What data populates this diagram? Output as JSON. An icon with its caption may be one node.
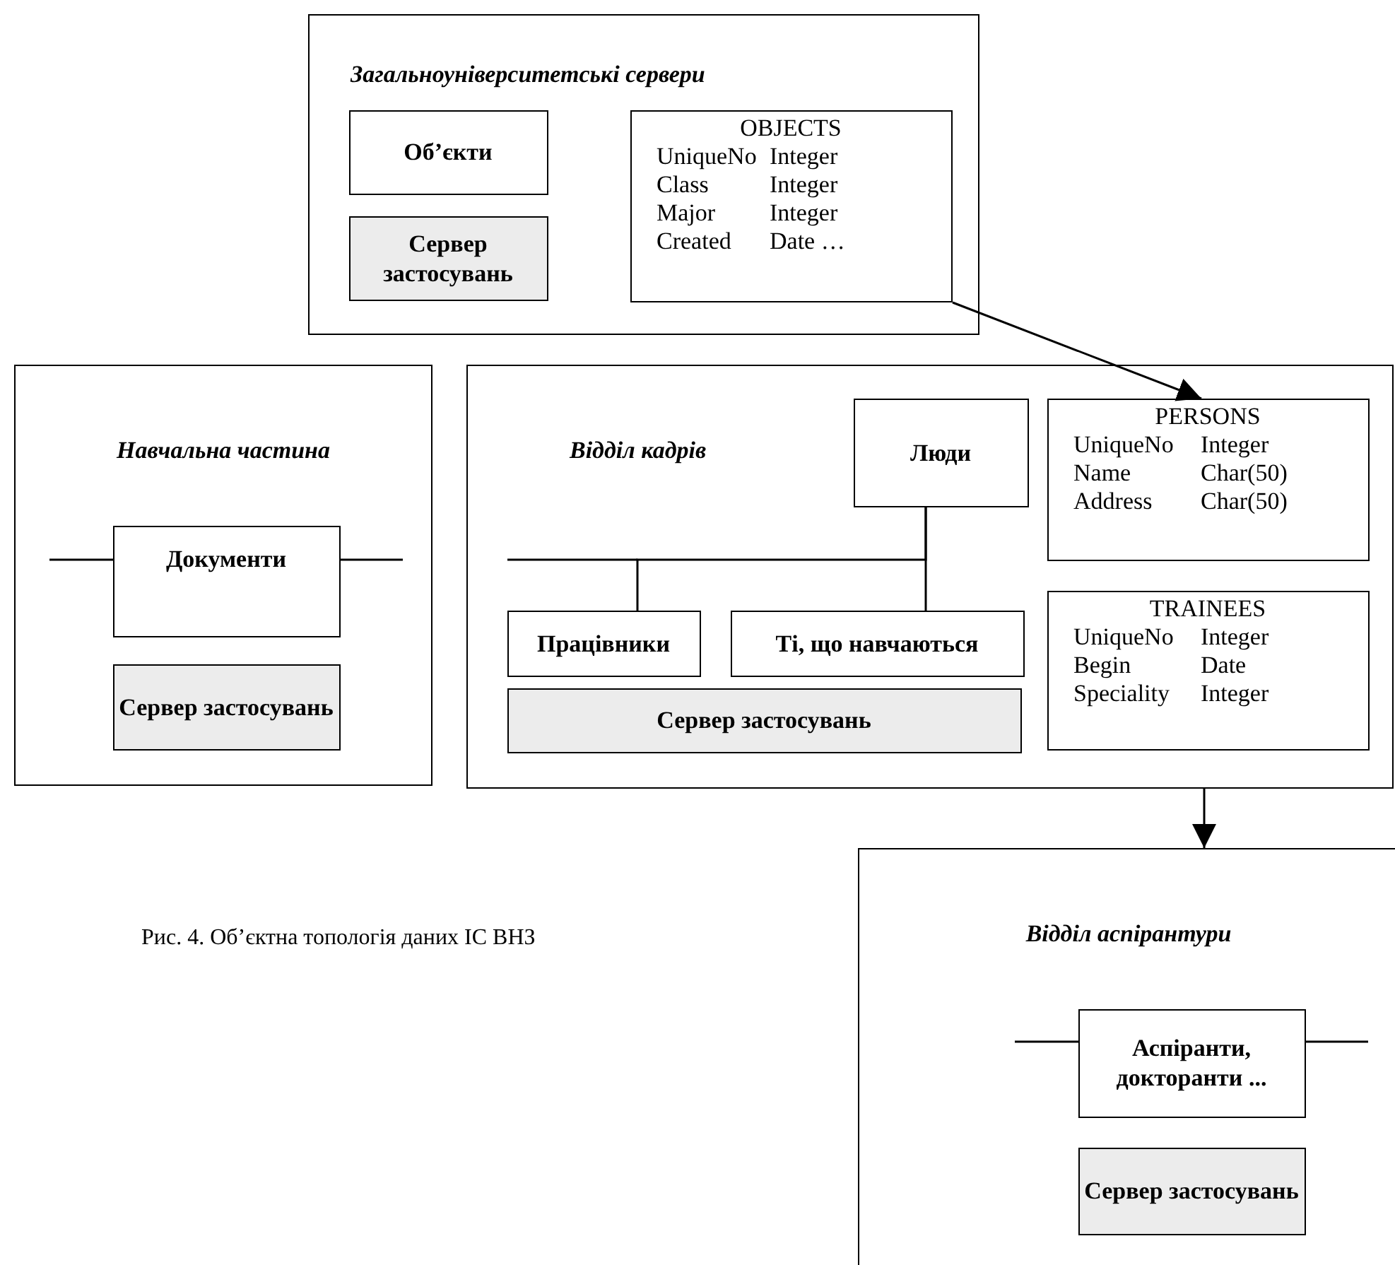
{
  "diagram": {
    "caption": "Рис. 4. Об’єктна топологія даних ІС ВНЗ",
    "nodes": [
      {
        "text": [
          "Загальноуніверситетські сервери"
        ]
      },
      {
        "text": [
          "Об’єкти"
        ],
        "in": 0
      },
      {
        "text": [
          "Сервер застосувань"
        ],
        "in": 0
      },
      {
        "text": [
          "OBJECTS",
          "UniqueNo",
          "Integer",
          "Class",
          "Integer",
          "Major",
          "Integer",
          "Created",
          "Date …"
        ],
        "in": 0
      },
      {
        "text": [
          "Навчальна частина"
        ]
      },
      {
        "text": [
          "Документи"
        ],
        "in": 4
      },
      {
        "text": [
          "Сервер застосувань"
        ],
        "in": 4
      },
      {
        "text": [
          "Відділ кадрів"
        ]
      },
      {
        "text": [
          "Люди"
        ],
        "in": 7
      },
      {
        "text": [
          "PERSONS",
          "UniqueNo",
          "Integer",
          "Name",
          "Char(50)",
          "Address",
          "Char(50)"
        ],
        "in": 7
      },
      {
        "text": [
          "Працівники"
        ],
        "in": 7
      },
      {
        "text": [
          "Ті, що навчаються"
        ],
        "in": 7
      },
      {
        "text": [
          "Сервер застосувань"
        ],
        "in": 7
      },
      {
        "text": [
          "TRAINEES",
          "UniqueNo",
          "Integer",
          "Begin",
          "Date",
          "Speciality",
          "Integer"
        ],
        "in": 7
      },
      {
        "text": [
          "Відділ аспірантури"
        ]
      },
      {
        "text": [
          "Аспіранти, докторанти ..."
        ],
        "in": 14
      },
      {
        "text": [
          "Сервер застосувань"
        ],
        "in": 14
      }
    ],
    "edges": [
      {
        "from": 3,
        "to": 9,
        "arrow": "to"
      },
      {
        "from": 8,
        "to": 10,
        "arrow": "none"
      },
      {
        "from": 8,
        "to": 11,
        "arrow": "none"
      },
      {
        "from": null,
        "to": 5,
        "arrow": "none"
      },
      {
        "from": 5,
        "to": null,
        "arrow": "none"
      },
      {
        "from": null,
        "to": 15,
        "arrow": "none"
      },
      {
        "from": 15,
        "to": null,
        "arrow": "none"
      },
      {
        "from": 7,
        "to": 14,
        "arrow": "to"
      }
    ]
  }
}
